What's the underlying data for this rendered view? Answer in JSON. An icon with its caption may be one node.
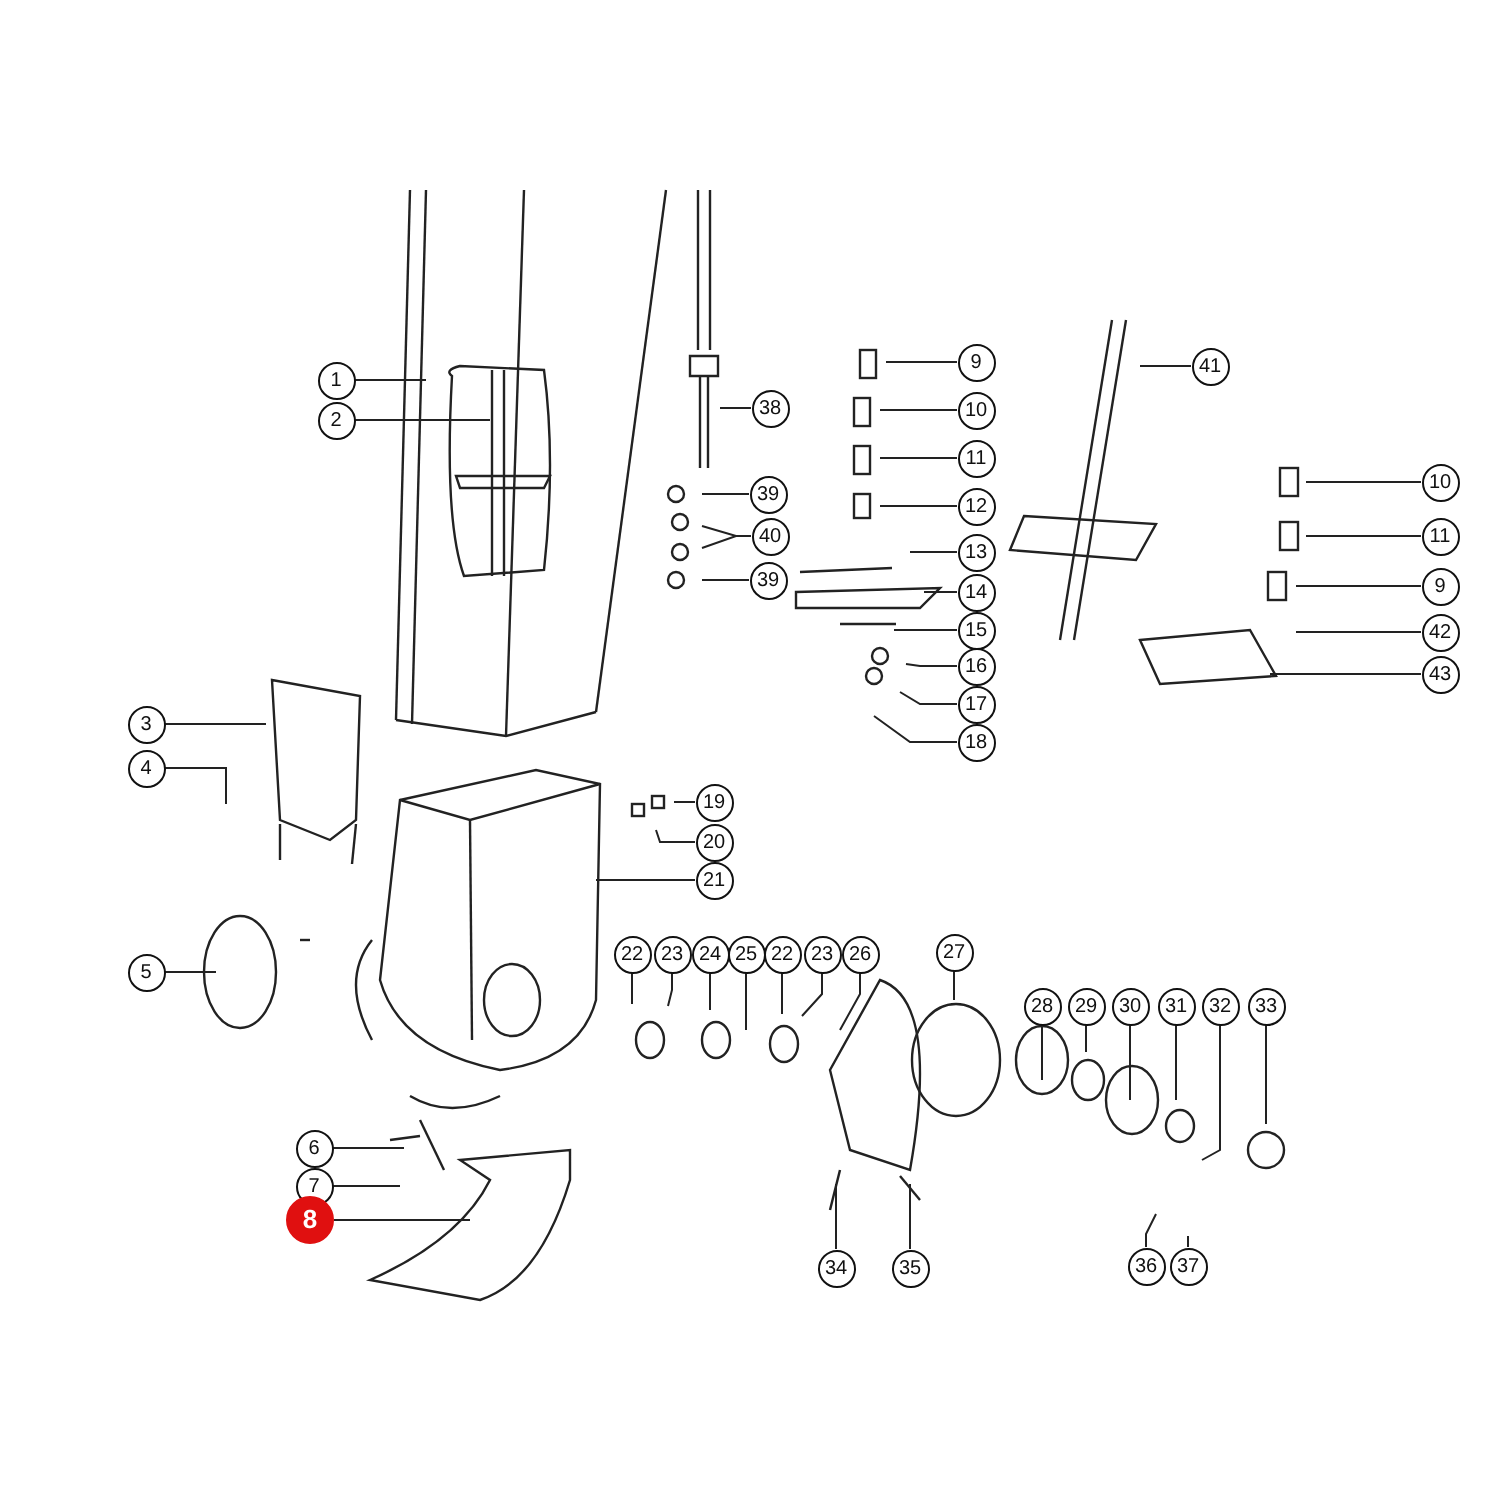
{
  "diagram": {
    "nodes": [
      {
        "text": [
          "1"
        ]
      },
      {
        "text": [
          "2"
        ]
      },
      {
        "text": [
          "38"
        ]
      },
      {
        "text": [
          "39"
        ]
      },
      {
        "text": [
          "40"
        ]
      },
      {
        "text": [
          "39"
        ]
      },
      {
        "text": [
          "9"
        ]
      },
      {
        "text": [
          "10"
        ]
      },
      {
        "text": [
          "11"
        ]
      },
      {
        "text": [
          "12"
        ]
      },
      {
        "text": [
          "13"
        ]
      },
      {
        "text": [
          "14"
        ]
      },
      {
        "text": [
          "15"
        ]
      },
      {
        "text": [
          "16"
        ]
      },
      {
        "text": [
          "17"
        ]
      },
      {
        "text": [
          "18"
        ]
      },
      {
        "text": [
          "41"
        ]
      },
      {
        "text": [
          "10"
        ]
      },
      {
        "text": [
          "11"
        ]
      },
      {
        "text": [
          "9"
        ]
      },
      {
        "text": [
          "42"
        ]
      },
      {
        "text": [
          "43"
        ]
      },
      {
        "text": [
          "3"
        ]
      },
      {
        "text": [
          "4"
        ]
      },
      {
        "text": [
          "19"
        ]
      },
      {
        "text": [
          "20"
        ]
      },
      {
        "text": [
          "21"
        ]
      },
      {
        "text": [
          "5"
        ]
      },
      {
        "text": [
          "22"
        ]
      },
      {
        "text": [
          "23"
        ]
      },
      {
        "text": [
          "24"
        ]
      },
      {
        "text": [
          "25"
        ]
      },
      {
        "text": [
          "22"
        ]
      },
      {
        "text": [
          "23"
        ]
      },
      {
        "text": [
          "26"
        ]
      },
      {
        "text": [
          "27"
        ]
      },
      {
        "text": [
          "28"
        ]
      },
      {
        "text": [
          "29"
        ]
      },
      {
        "text": [
          "30"
        ]
      },
      {
        "text": [
          "31"
        ]
      },
      {
        "text": [
          "32"
        ]
      },
      {
        "text": [
          "33"
        ]
      },
      {
        "text": [
          "6"
        ]
      },
      {
        "text": [
          "7"
        ]
      },
      {
        "text": [
          "8"
        ]
      },
      {
        "text": [
          "34"
        ]
      },
      {
        "text": [
          "35"
        ]
      },
      {
        "text": [
          "36"
        ]
      },
      {
        "text": [
          "37"
        ]
      }
    ],
    "edges": [
      {
        "from": 0,
        "to": null,
        "arrow": "none"
      },
      {
        "from": 1,
        "to": null,
        "arrow": "none"
      },
      {
        "from": 2,
        "to": null,
        "arrow": "none"
      },
      {
        "from": 3,
        "to": null,
        "arrow": "none"
      },
      {
        "from": 4,
        "to": null,
        "arrow": "none"
      },
      {
        "from": 4,
        "to": null,
        "arrow": "none"
      },
      {
        "from": 5,
        "to": null,
        "arrow": "none"
      },
      {
        "from": 6,
        "to": null,
        "arrow": "none"
      },
      {
        "from": 7,
        "to": null,
        "arrow": "none"
      },
      {
        "from": 8,
        "to": null,
        "arrow": "none"
      },
      {
        "from": 9,
        "to": null,
        "arrow": "none"
      },
      {
        "from": 10,
        "to": null,
        "arrow": "none"
      },
      {
        "from": 11,
        "to": null,
        "arrow": "none"
      },
      {
        "from": 12,
        "to": null,
        "arrow": "none"
      },
      {
        "from": 13,
        "to": null,
        "arrow": "none"
      },
      {
        "from": 14,
        "to": null,
        "arrow": "none"
      },
      {
        "from": 15,
        "to": null,
        "arrow": "none"
      },
      {
        "from": 16,
        "to": null,
        "arrow": "none"
      },
      {
        "from": 17,
        "to": null,
        "arrow": "none"
      },
      {
        "from": 18,
        "to": null,
        "arrow": "none"
      },
      {
        "from": 19,
        "to": null,
        "arrow": "none"
      },
      {
        "from": 20,
        "to": null,
        "arrow": "none"
      },
      {
        "from": 21,
        "to": null,
        "arrow": "none"
      },
      {
        "from": 22,
        "to": null,
        "arrow": "none"
      },
      {
        "from": 23,
        "to": null,
        "arrow": "none"
      },
      {
        "from": 24,
        "to": null,
        "arrow": "none"
      },
      {
        "from": 25,
        "to": null,
        "arrow": "none"
      },
      {
        "from": 26,
        "to": null,
        "arrow": "none"
      },
      {
        "from": 27,
        "to": null,
        "arrow": "none"
      },
      {
        "from": 28,
        "to": null,
        "arrow": "none"
      },
      {
        "from": 29,
        "to": null,
        "arrow": "none"
      },
      {
        "from": 30,
        "to": null,
        "arrow": "none"
      },
      {
        "from": 31,
        "to": null,
        "arrow": "none"
      },
      {
        "from": 32,
        "to": null,
        "arrow": "none"
      },
      {
        "from": 33,
        "to": null,
        "arrow": "none"
      },
      {
        "from": 34,
        "to": null,
        "arrow": "none"
      },
      {
        "from": 35,
        "to": null,
        "arrow": "none"
      },
      {
        "from": 36,
        "to": null,
        "arrow": "none"
      },
      {
        "from": 37,
        "to": null,
        "arrow": "none"
      },
      {
        "from": 38,
        "to": null,
        "arrow": "none"
      },
      {
        "from": 39,
        "to": null,
        "arrow": "none"
      },
      {
        "from": 40,
        "to": null,
        "arrow": "none"
      },
      {
        "from": 41,
        "to": null,
        "arrow": "none"
      },
      {
        "from": 42,
        "to": null,
        "arrow": "none"
      },
      {
        "from": 43,
        "to": null,
        "arrow": "none"
      },
      {
        "from": 44,
        "to": null,
        "arrow": "none"
      },
      {
        "from": 45,
        "to": null,
        "arrow": "none"
      },
      {
        "from": 46,
        "to": null,
        "arrow": "none"
      },
      {
        "from": 47,
        "to": null,
        "arrow": "none"
      },
      {
        "from": 48,
        "to": null,
        "arrow": "none"
      }
    ]
  }
}
